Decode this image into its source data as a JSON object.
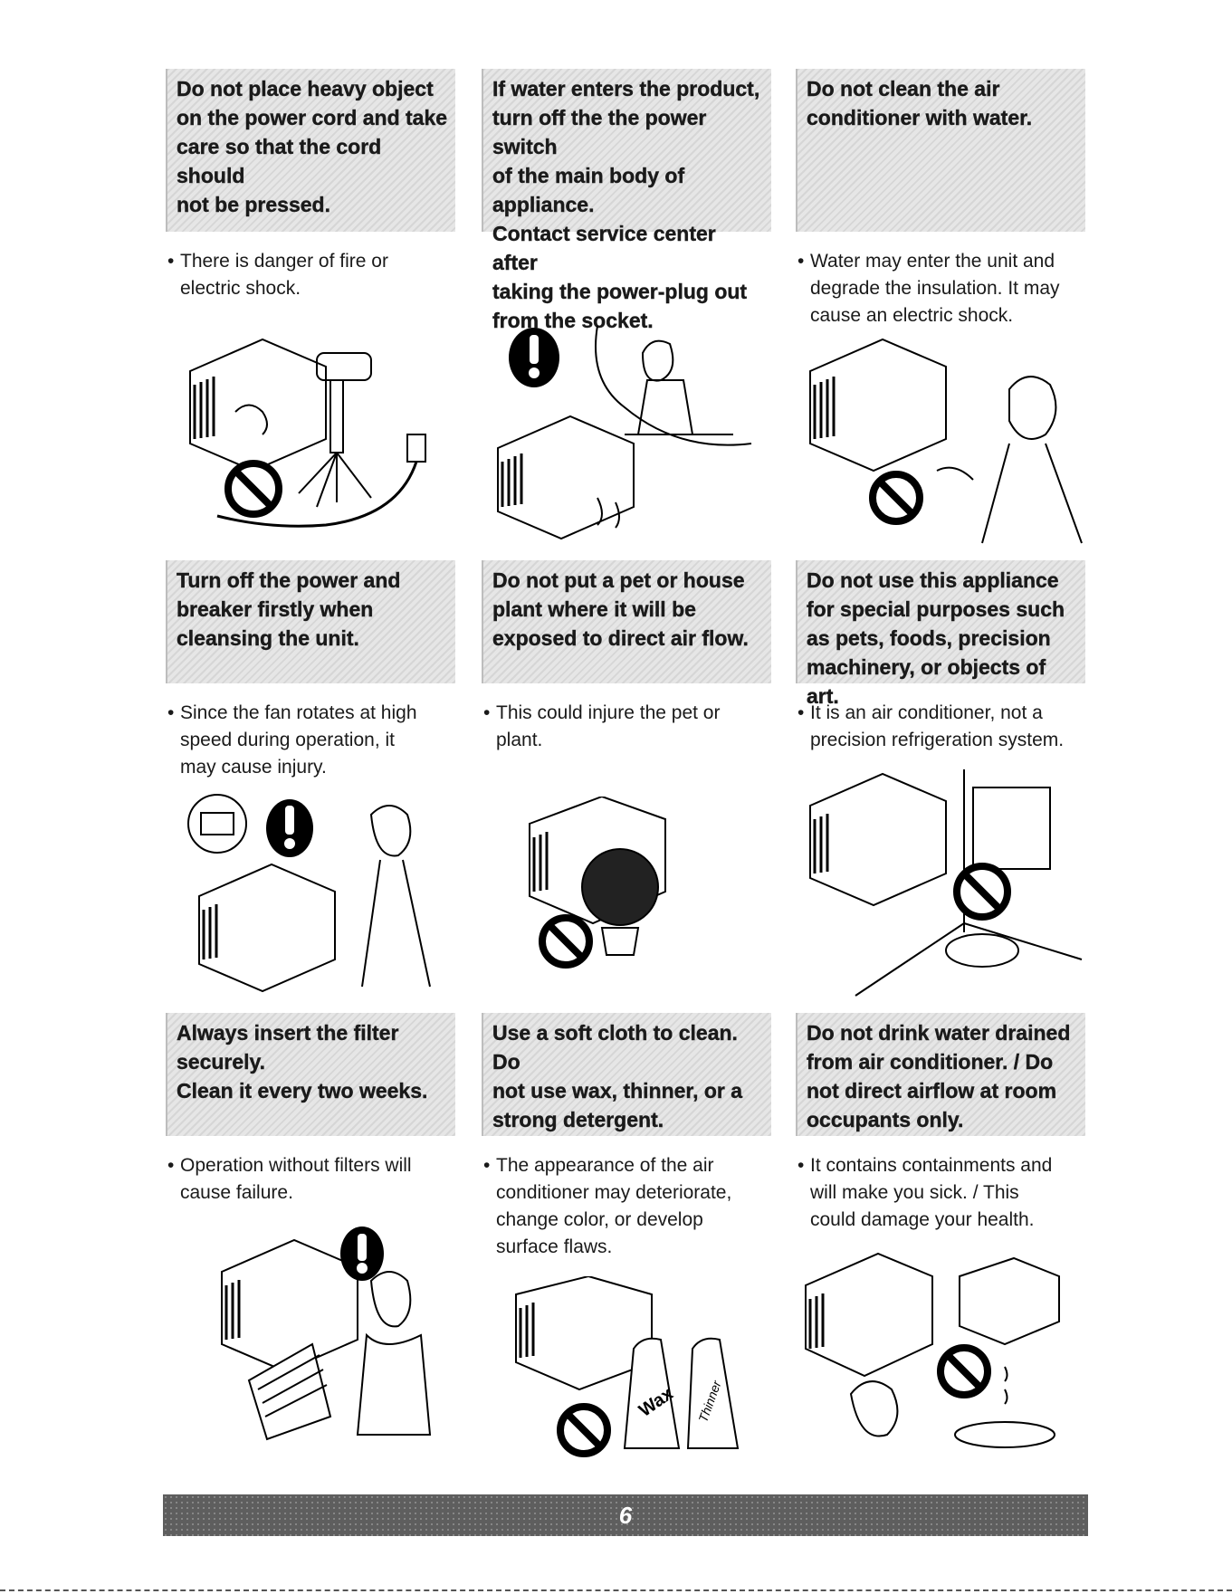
{
  "cells": [
    {
      "title": "Do not place heavy object\non the power cord and take\ncare so that the cord should\nnot be pressed.",
      "note": "There is danger of fire or\nelectric shock."
    },
    {
      "title": "If water enters the product,\nturn off the the power switch\nof the main body of appliance.\nContact service center after\ntaking the power-plug out\nfrom the socket.",
      "note": ""
    },
    {
      "title": "Do not clean the air\nconditioner with water.",
      "note": "Water may enter the unit and\ndegrade the insulation. It may\ncause an electric shock."
    },
    {
      "title": "Turn off the power and\nbreaker firstly when\ncleansing the unit.",
      "note": "Since the fan rotates at high\nspeed during operation, it\nmay cause injury."
    },
    {
      "title": "Do not put a pet or house\nplant where it will be\nexposed to direct air flow.",
      "note": "This could injure the pet or\nplant."
    },
    {
      "title": "Do not use this appliance\nfor special purposes such\nas pets, foods, precision\nmachinery, or objects of art.",
      "note": "It is an air conditioner, not a\nprecision refrigeration system."
    },
    {
      "title": "Always insert the filter\nsecurely.\nClean it every two weeks.",
      "note": "Operation without filters will\ncause failure."
    },
    {
      "title": "Use a soft cloth to clean. Do\nnot use wax, thinner, or a\nstrong detergent.",
      "note": "The appearance of the air\nconditioner may deteriorate,\nchange color, or develop\nsurface flaws."
    },
    {
      "title": "Do not drink water drained\nfrom air conditioner. / Do\nnot direct airflow at room\noccupants only.",
      "note": "It contains containments and\nwill make you sick. / This\ncould damage your health."
    }
  ],
  "labels": {
    "wax": "Wax",
    "thinner": "Thinner"
  },
  "footer": {
    "page_number": "6"
  }
}
